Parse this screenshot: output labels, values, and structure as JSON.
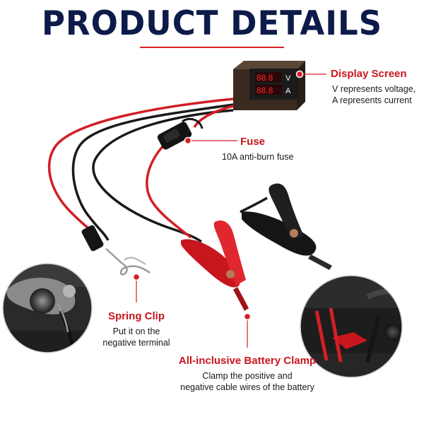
{
  "title": "PRODUCT DETAILS",
  "display_screen": {
    "heading": "Display Screen",
    "line1": "V represents voltage,",
    "line2": "A represents current",
    "glyph_v": "V",
    "glyph_a": "A"
  },
  "fuse": {
    "heading": "Fuse",
    "line1": "10A anti-burn fuse"
  },
  "spring_clip": {
    "heading": "Spring Clip",
    "line1": "Put it on the",
    "line2": "negative terminal"
  },
  "battery_clamp": {
    "heading": "All-inclusive Battery Clamp",
    "line1": "Clamp the positive and",
    "line2": "negative cable wires of the battery"
  },
  "colors": {
    "title": "#0d1b4a",
    "accent": "#d7212a",
    "wire_red": "#d21f26",
    "wire_black": "#1a1a1a"
  },
  "icons": [
    "voltmeter-display-icon",
    "fuse-holder-icon",
    "spring-clip-icon",
    "red-clamp-icon",
    "black-clamp-icon"
  ]
}
